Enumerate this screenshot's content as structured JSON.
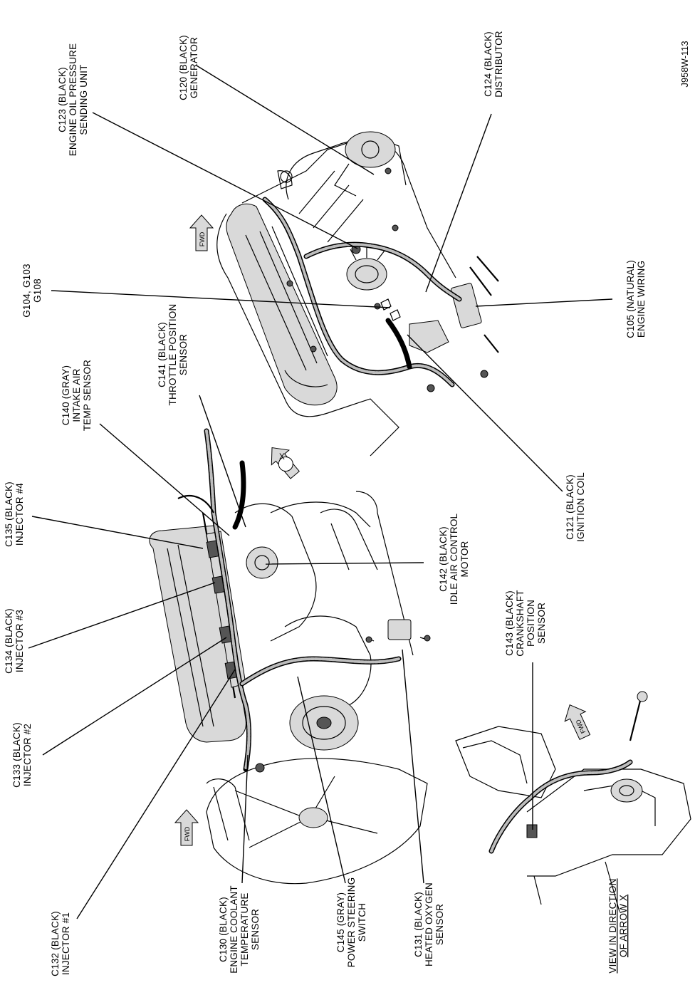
{
  "reference_code": "J958W-113",
  "fwd_label": "FWD",
  "arrow_label": "X",
  "callouts": {
    "c120": [
      "C120 (BLACK)",
      "GENERATOR"
    ],
    "c123": [
      "C123 (BLACK)",
      "ENGINE OIL PRESSURE",
      "SENDING UNIT"
    ],
    "c124": [
      "C124 (BLACK)",
      "DISTRIBUTOR"
    ],
    "g104": [
      "G104, G103",
      "G108"
    ],
    "c105": [
      "C105 (NATURAL)",
      "ENGINE WIRING"
    ],
    "c141": [
      "C141 (BLACK)",
      "THROTTLE POSITION",
      "SENSOR"
    ],
    "c140": [
      "C140 (GRAY)",
      "INTAKE AIR",
      "TEMP SENSOR"
    ],
    "c135": [
      "C135 (BLACK)",
      "INJECTOR #4"
    ],
    "c121": [
      "C121 (BLACK)",
      "IGNITION COIL"
    ],
    "c142": [
      "C142 (BLACK)",
      "IDLE AIR CONTROL",
      "MOTOR"
    ],
    "c134": [
      "C134 (BLACK)",
      "INJECTOR #3"
    ],
    "c133": [
      "C133 (BLACK)",
      "INJECTOR #2"
    ],
    "c143": [
      "C143 (BLACK)",
      "CRANKSHAFT",
      "POSITION",
      "SENSOR"
    ],
    "c132": [
      "C132 (BLACK)",
      "INJECTOR #1"
    ],
    "c130": [
      "C130 (BLACK)",
      "ENGINE COOLANT",
      "TEMPERATURE",
      "SENSOR"
    ],
    "c145": [
      "C145 (GRAY)",
      "POWER STEERING",
      "SWITCH"
    ],
    "c131": [
      "C131 (BLACK)",
      "HEATED OXYGEN",
      "SENSOR"
    ],
    "view": [
      "VIEW IN DIRECTION",
      "OF ARROW X"
    ]
  }
}
